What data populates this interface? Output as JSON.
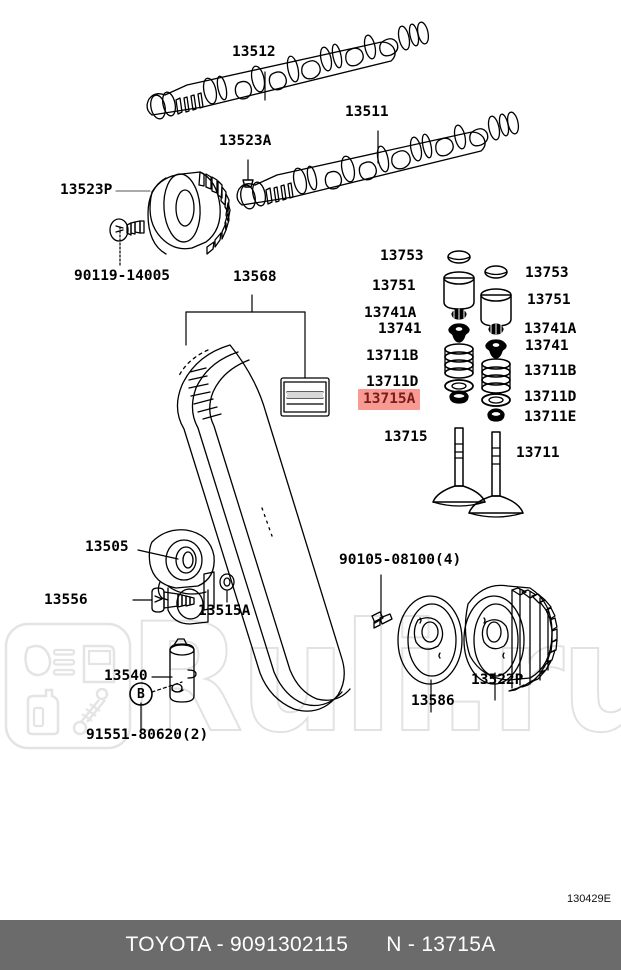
{
  "page": {
    "background_color": "#ffffff",
    "diagram_code": "130429E",
    "watermark_text": "Ruli.ru"
  },
  "highlight": {
    "background_color": "#f79a93",
    "text_color": "#7c1c18",
    "part_number": "13715A"
  },
  "footer": {
    "background_color": "#6b6b6b",
    "text_color": "#ffffff",
    "brand_and_number": "TOYOTA - 9091302115",
    "node_reference": "N - 13715A"
  },
  "camshaft_group": {
    "labels": [
      {
        "id": "cam-13512",
        "text": "13512"
      },
      {
        "id": "cam-13511",
        "text": "13511"
      },
      {
        "id": "cam-13523a",
        "text": "13523A"
      },
      {
        "id": "cam-13523p",
        "text": "13523P"
      },
      {
        "id": "cam-90119",
        "text": "90119-14005"
      }
    ]
  },
  "belt_group": {
    "labels": [
      {
        "id": "belt-13568",
        "text": "13568"
      }
    ]
  },
  "valvetrain_left": {
    "labels": [
      {
        "id": "vl-13753",
        "text": "13753"
      },
      {
        "id": "vl-13751",
        "text": "13751"
      },
      {
        "id": "vl-13741a",
        "text": "13741A"
      },
      {
        "id": "vl-13741",
        "text": "13741"
      },
      {
        "id": "vl-13711b",
        "text": "13711B"
      },
      {
        "id": "vl-13711d",
        "text": "13711D"
      },
      {
        "id": "vl-13715a",
        "text": "13715A",
        "highlighted": true
      },
      {
        "id": "vl-13715",
        "text": "13715"
      }
    ]
  },
  "valvetrain_right": {
    "labels": [
      {
        "id": "vr-13753",
        "text": "13753"
      },
      {
        "id": "vr-13751",
        "text": "13751"
      },
      {
        "id": "vr-13741a",
        "text": "13741A"
      },
      {
        "id": "vr-13741",
        "text": "13741"
      },
      {
        "id": "vr-13711b",
        "text": "13711B"
      },
      {
        "id": "vr-13711d",
        "text": "13711D"
      },
      {
        "id": "vr-13711e",
        "text": "13711E"
      },
      {
        "id": "vr-13711",
        "text": "13711"
      }
    ]
  },
  "tensioner_group": {
    "labels": [
      {
        "id": "tn-13505",
        "text": "13505"
      },
      {
        "id": "tn-13556",
        "text": "13556"
      },
      {
        "id": "tn-13515a",
        "text": "13515A"
      },
      {
        "id": "tn-13540",
        "text": "13540"
      },
      {
        "id": "tn-91551",
        "text": "91551-80620(2)"
      },
      {
        "id": "tn-balloon-b",
        "text": "B"
      }
    ]
  },
  "pulley_group": {
    "labels": [
      {
        "id": "pl-90105",
        "text": "90105-08100(4)"
      },
      {
        "id": "pl-13586",
        "text": "13586"
      },
      {
        "id": "pl-13522p",
        "text": "13522P"
      }
    ]
  }
}
